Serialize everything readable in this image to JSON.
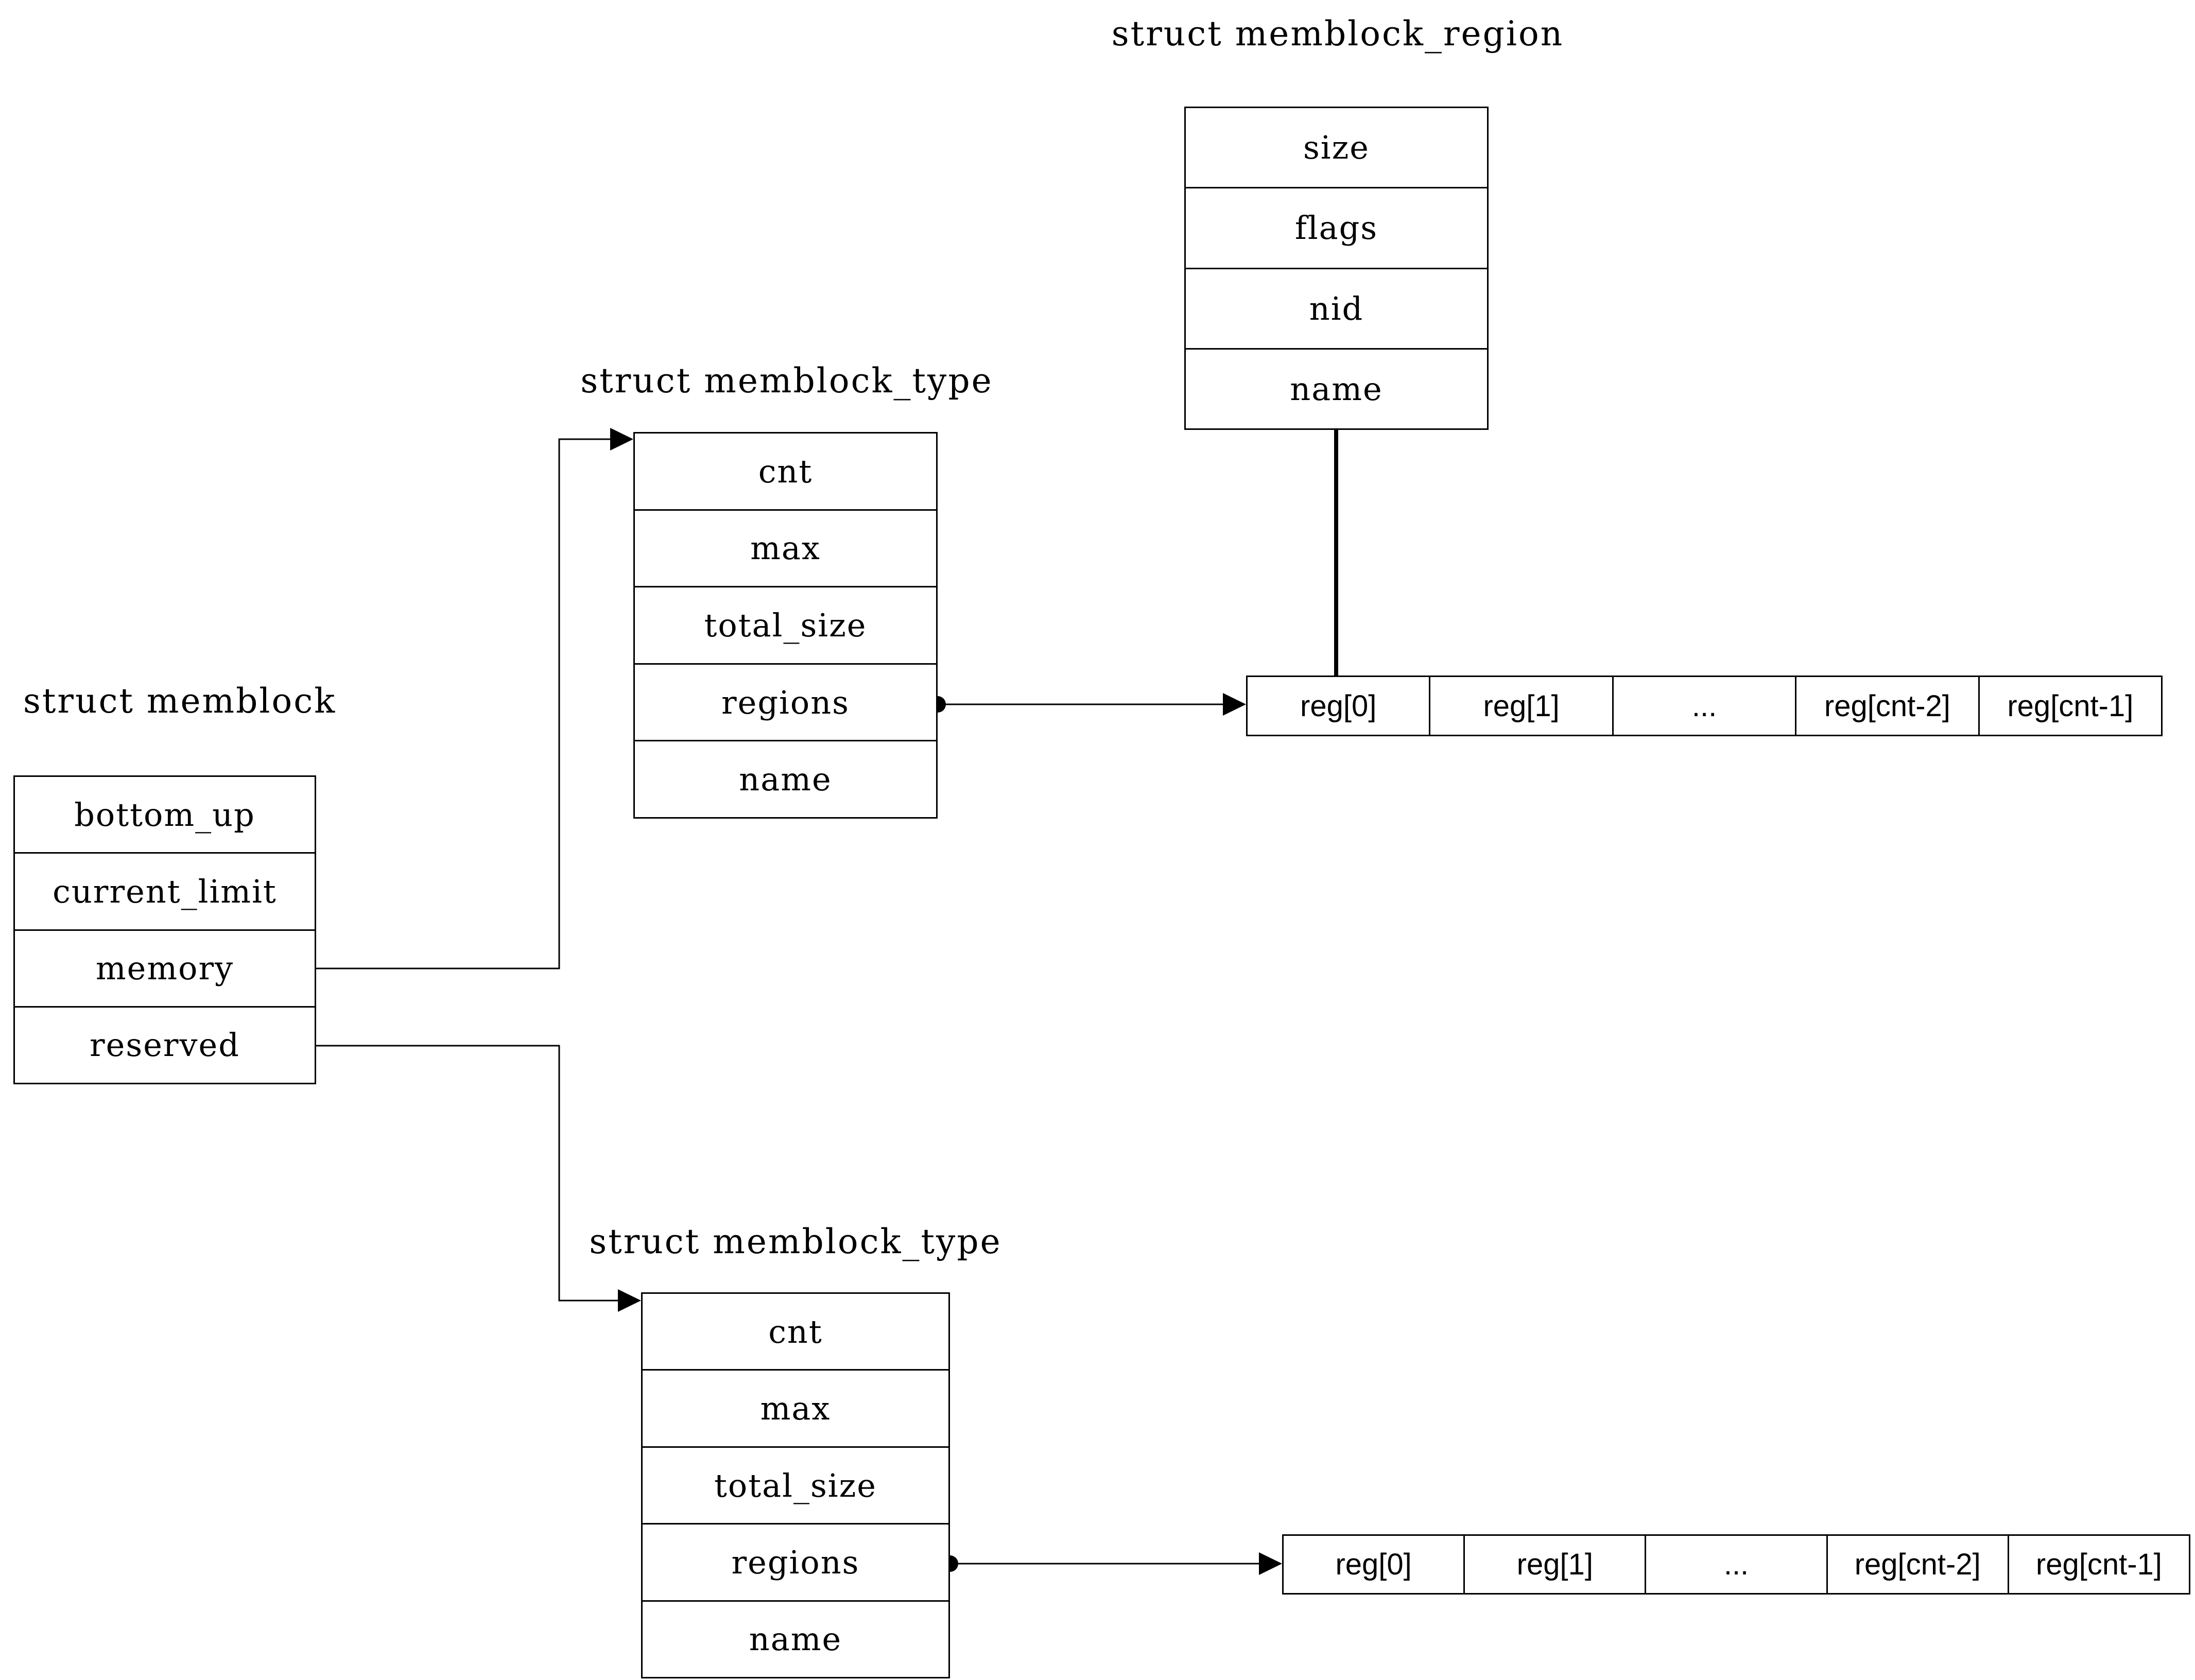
{
  "structs": {
    "memblock": {
      "title": "struct memblock",
      "fields": [
        "bottom_up",
        "current_limit",
        "memory",
        "reserved"
      ]
    },
    "memblock_type_top": {
      "title": "struct memblock_type",
      "fields": [
        "cnt",
        "max",
        "total_size",
        "regions",
        "name"
      ]
    },
    "memblock_region": {
      "title": "struct memblock_region",
      "fields": [
        "size",
        "flags",
        "nid",
        "name"
      ]
    },
    "memblock_type_bottom": {
      "title": "struct memblock_type",
      "fields": [
        "cnt",
        "max",
        "total_size",
        "regions",
        "name"
      ]
    }
  },
  "arrays": {
    "top": {
      "cells": [
        "reg[0]",
        "reg[1]",
        "...",
        "reg[cnt-2]",
        "reg[cnt-1]"
      ]
    },
    "bottom": {
      "cells": [
        "reg[0]",
        "reg[1]",
        "...",
        "reg[cnt-2]",
        "reg[cnt-1]"
      ]
    }
  },
  "colors": {
    "stroke": "#000000",
    "background": "#ffffff",
    "text": "#000000"
  }
}
